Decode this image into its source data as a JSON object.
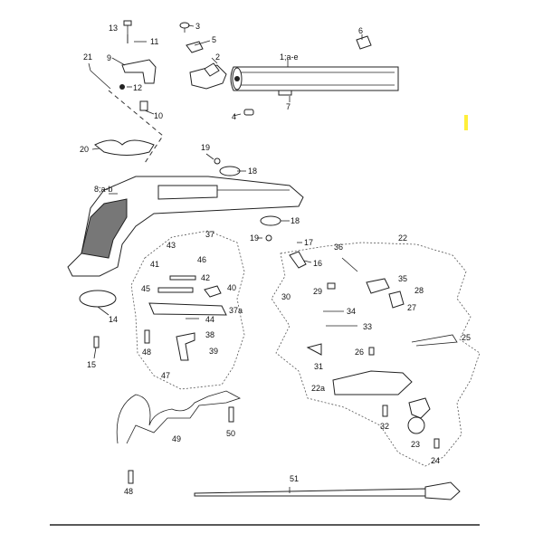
{
  "labels": {
    "p1": "1;a-e",
    "p2": "2",
    "p3": "3",
    "p4": "4",
    "p5": "5",
    "p6": "6",
    "p7": "7",
    "p8": "8;a-b",
    "p9": "9",
    "p10": "10",
    "p11": "11",
    "p12": "12",
    "p13": "13",
    "p14": "14",
    "p15": "15",
    "p16": "16",
    "p17": "17",
    "p18a": "18",
    "p18b": "18",
    "p19a": "19",
    "p19b": "19",
    "p20": "20",
    "p21": "21",
    "p22": "22",
    "p22a": "22a",
    "p23": "23",
    "p24": "24",
    "p25": "25",
    "p26": "26",
    "p27": "27",
    "p28": "28",
    "p29": "29",
    "p30": "30",
    "p31": "31",
    "p32": "32",
    "p33": "33",
    "p34": "34",
    "p35": "35",
    "p36": "36",
    "p37": "37",
    "p37a": "37a",
    "p38": "38",
    "p39": "39",
    "p40": "40",
    "p41": "41",
    "p42": "42",
    "p43": "43",
    "p44": "44",
    "p45": "45",
    "p46": "46",
    "p47": "47",
    "p48a": "48",
    "p48b": "48",
    "p49": "49",
    "p50": "50",
    "p51": "51"
  },
  "colors": {
    "highlight": "#ffef3a",
    "line": "#222222"
  },
  "highlighted_part": "28"
}
